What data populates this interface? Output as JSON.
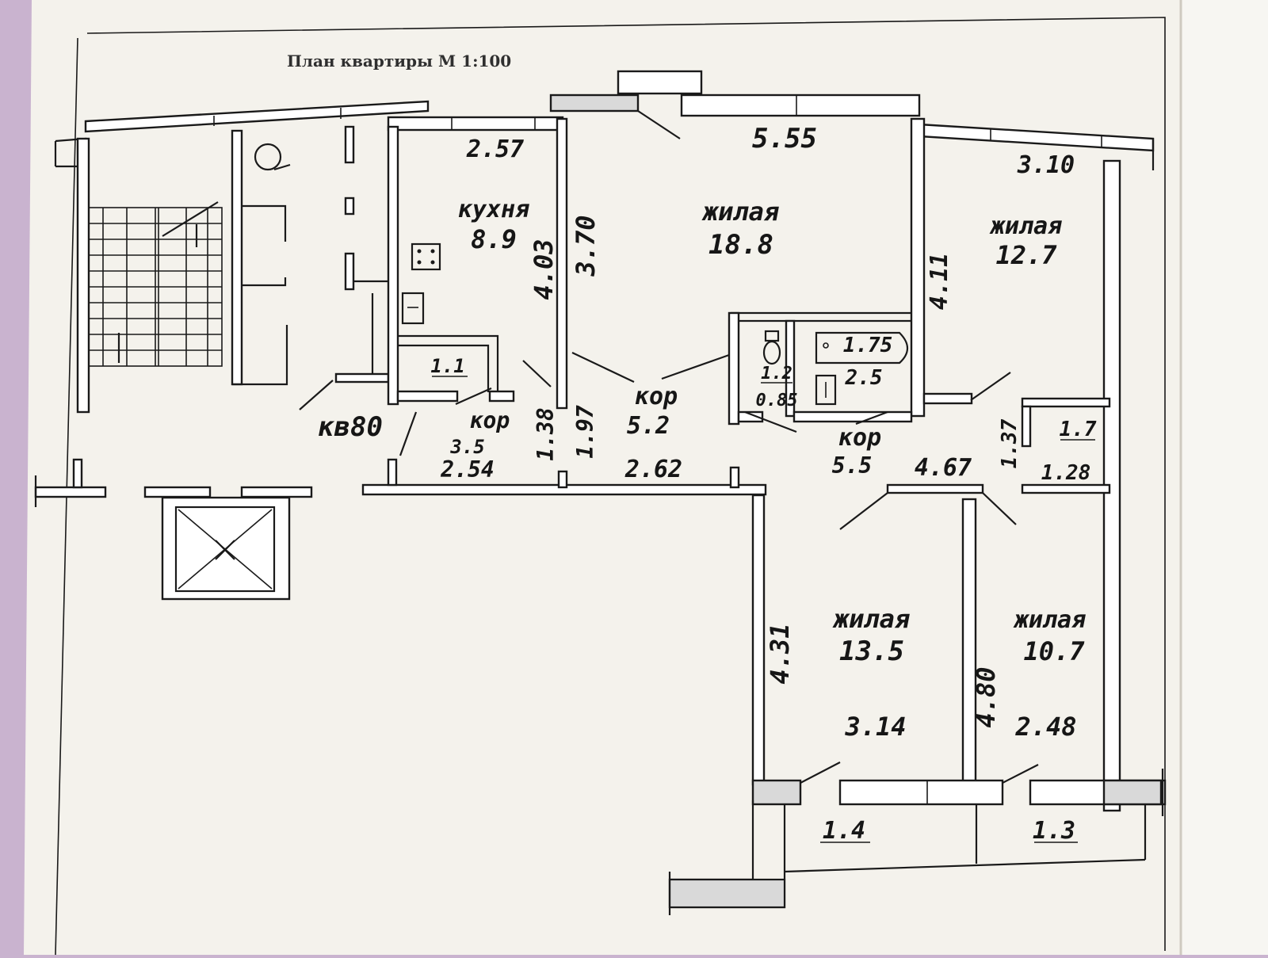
{
  "title": "План квартиры М 1:100",
  "apartment_label": "кв80",
  "rooms": {
    "kitchen": {
      "name": "кухня",
      "area": "8.9"
    },
    "living1": {
      "name": "жилая",
      "area": "18.8"
    },
    "living2": {
      "name": "жилая",
      "area": "12.7"
    },
    "living3": {
      "name": "жилая",
      "area": "13.5"
    },
    "living4": {
      "name": "жилая",
      "area": "10.7"
    },
    "corridor1": {
      "name": "кор",
      "area": "3.5"
    },
    "corridor2": {
      "name": "кор",
      "area": "5.2"
    },
    "corridor3": {
      "name": "кор",
      "area": "5.5"
    },
    "storage": {
      "area": "1.1"
    },
    "wc": {
      "area": "1.2"
    },
    "bath": {
      "area": "2.5"
    },
    "closet": {
      "area": "1.7"
    },
    "balcony1": {
      "area": "1.4"
    },
    "balcony2": {
      "area": "1.3"
    }
  },
  "dimensions": {
    "d_2_57": "2.57",
    "d_5_55": "5.55",
    "d_3_10": "3.10",
    "d_4_03": "4.03",
    "d_3_70": "3.70",
    "d_4_11": "4.11",
    "d_1_75": "1.75",
    "d_0_85": "0.85",
    "d_1_38": "1.38",
    "d_1_97": "1.97",
    "d_2_54": "2.54",
    "d_2_62": "2.62",
    "d_4_67": "4.67",
    "d_1_37": "1.37",
    "d_1_28": "1.28",
    "d_4_31": "4.31",
    "d_4_80": "4.80",
    "d_3_14": "3.14",
    "d_2_48": "2.48"
  },
  "colors": {
    "paper": "#f4f2ec",
    "backdrop": "#c9b3cf",
    "ink": "#161616",
    "wall_fill": "#d9d9d9"
  }
}
